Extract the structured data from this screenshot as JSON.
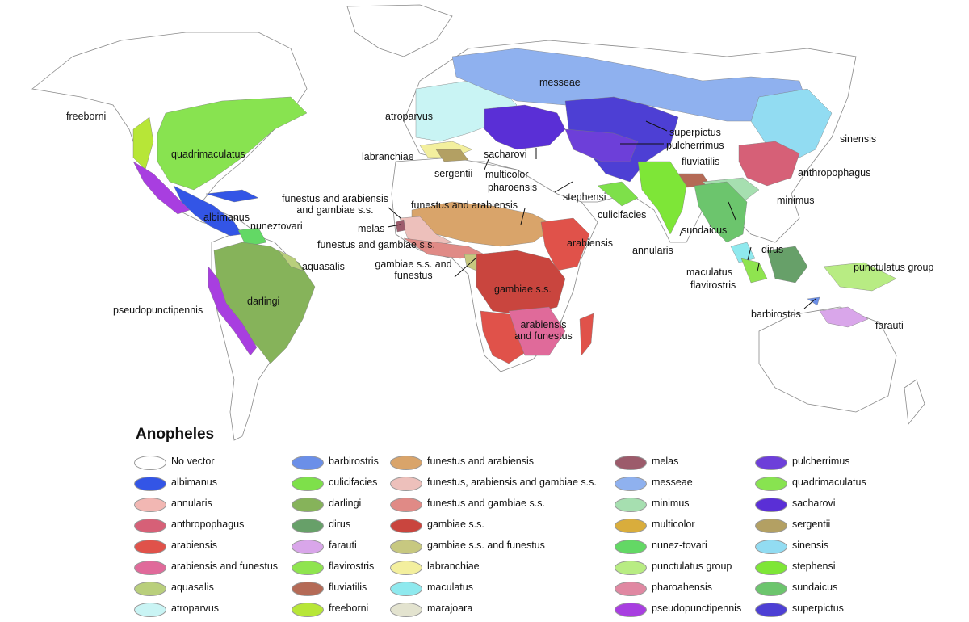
{
  "legend": {
    "title": "Anopheles",
    "columns": [
      [
        {
          "label": "No vector",
          "color": "#ffffff"
        },
        {
          "label": "albimanus",
          "color": "#3355e6"
        },
        {
          "label": "annularis",
          "color": "#f2b7b3"
        },
        {
          "label": "anthropophagus",
          "color": "#d66077"
        },
        {
          "label": "arabiensis",
          "color": "#e0524a"
        },
        {
          "label": "arabiensis and funestus",
          "color": "#e06a9a"
        },
        {
          "label": "aquasalis",
          "color": "#b9cf7c"
        },
        {
          "label": "atroparvus",
          "color": "#c9f4f4"
        }
      ],
      [
        {
          "label": "barbirostris",
          "color": "#6b8fe8"
        },
        {
          "label": "culicifacies",
          "color": "#7ee04a"
        },
        {
          "label": "darlingi",
          "color": "#86b35a"
        },
        {
          "label": "dirus",
          "color": "#67a069"
        },
        {
          "label": "farauti",
          "color": "#d9a6ea"
        },
        {
          "label": "flavirostris",
          "color": "#8fe44f"
        },
        {
          "label": "fluviatilis",
          "color": "#b46a56"
        },
        {
          "label": "freeborni",
          "color": "#b7e637"
        }
      ],
      [
        {
          "label": "funestus and arabiensis",
          "color": "#d9a46a"
        },
        {
          "label": "funestus, arabiensis and gambiae s.s.",
          "color": "#edc0bb"
        },
        {
          "label": "funestus and gambiae s.s.",
          "color": "#e08a86"
        },
        {
          "label": "gambiae s.s.",
          "color": "#c9453e"
        },
        {
          "label": "gambiae s.s. and funestus",
          "color": "#c7c880"
        },
        {
          "label": "labranchiae",
          "color": "#f3ef9e"
        },
        {
          "label": "maculatus",
          "color": "#8fe9ee"
        },
        {
          "label": "marajoara",
          "color": "#e3e3cf"
        }
      ],
      [
        {
          "label": "melas",
          "color": "#9c5b6b"
        },
        {
          "label": "messeae",
          "color": "#8fb1ef"
        },
        {
          "label": "minimus",
          "color": "#a6dfb0"
        },
        {
          "label": "multicolor",
          "color": "#d9ad3c"
        },
        {
          "label": "nunez-tovari",
          "color": "#63d865"
        },
        {
          "label": "punctulatus group",
          "color": "#b8ec83"
        },
        {
          "label": "pharoahensis",
          "color": "#e088a2"
        },
        {
          "label": "pseudopunctipennis",
          "color": "#a83ee0"
        }
      ],
      [
        {
          "label": "pulcherrimus",
          "color": "#6d3fd9"
        },
        {
          "label": "quadrimaculatus",
          "color": "#88e350"
        },
        {
          "label": "sacharovi",
          "color": "#5a2fd6"
        },
        {
          "label": "sergentii",
          "color": "#b3a063"
        },
        {
          "label": "sinensis",
          "color": "#92dcf2"
        },
        {
          "label": "stephensi",
          "color": "#7ee637"
        },
        {
          "label": "sundaicus",
          "color": "#6cc56d"
        },
        {
          "label": "superpictus",
          "color": "#4d3fd4"
        }
      ]
    ]
  },
  "map": {
    "labels": {
      "freeborni": "freeborni",
      "quadrimaculatus": "quadrimaculatus",
      "albimanus": "albimanus",
      "nuneztovari": "nuneztovari",
      "aquasalis": "aquasalis",
      "darlingi": "darlingi",
      "pseudopunctipennis": "pseudopunctipennis",
      "messeae": "messeae",
      "atroparvus": "atroparvus",
      "labranchiae": "labranchiae",
      "sacharovi": "sacharovi",
      "sergentii": "sergentii",
      "multicolor": "multicolor",
      "pharoensis": "pharoensis",
      "stephensi": "stephensi",
      "superpictus": "superpictus",
      "pulcherrimus": "pulcherrimus",
      "fluviatilis": "fluviatilis",
      "sinensis": "sinensis",
      "anthropophagus": "anthropophagus",
      "minimus": "minimus",
      "funestus_arabiensis_gambiae_1": "funestus and arabiensis",
      "funestus_arabiensis_gambiae_2": "and gambiae s.s.",
      "funestus_arabiensis": "funestus and arabiensis",
      "melas": "melas",
      "funestus_gambiae": "funestus and gambiae s.s.",
      "gambiae_funestus_1": "gambiae s.s. and",
      "gambiae_funestus_2": "funestus",
      "arabiensis": "arabiensis",
      "culicifacies": "culicifacies",
      "sundaicus": "sundaicus",
      "annularis": "annularis",
      "dirus": "dirus",
      "maculatus": "maculatus",
      "flavirostris": "flavirostris",
      "punctulatus_group": "punctulatus group",
      "gambiae": "gambiae s.s.",
      "arabiensis_funestus_1": "arabiensis",
      "arabiensis_funestus_2": "and funestus",
      "barbirostris": "barbirostris",
      "farauti": "farauti"
    }
  }
}
